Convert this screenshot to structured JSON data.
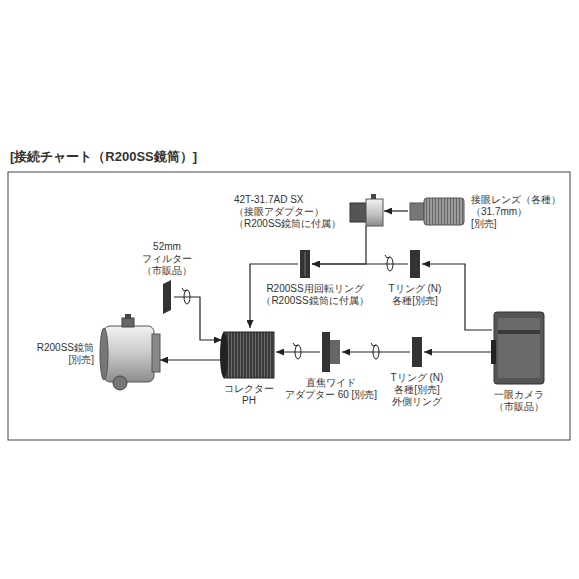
{
  "diagram": {
    "title": "[接続チャート（R200SS鏡筒）]",
    "nodes": [
      {
        "text": [
          "R200SS鏡筒 [別売]"
        ]
      },
      {
        "text": [
          "52mm フィルター （市販品）"
        ]
      },
      {
        "text": [
          "コレクター PH"
        ]
      },
      {
        "text": [
          "R200SS用回転リング （R200SS鏡筒に付属）"
        ]
      },
      {
        "text": [
          "42T-31.7AD SX （接眼アダプター） （R200SS鏡筒に付属）"
        ]
      },
      {
        "text": [
          "接眼レンズ（各種） （31.7mm） [別売]"
        ]
      },
      {
        "text": [
          "Tリング (N) 各種[別売]"
        ]
      },
      {
        "text": [
          "直焦ワイド アダプター 60 [別売]"
        ]
      },
      {
        "text": [
          "Tリング (N) 各種[別売] 外側リング"
        ]
      },
      {
        "text": [
          "一眼カメラ （市販品）"
        ]
      }
    ],
    "edges": [
      {
        "from": 2,
        "to": 0,
        "arrow": "to"
      },
      {
        "from": 1,
        "to": 2,
        "arrow": "to"
      },
      {
        "from": 3,
        "to": 2,
        "arrow": "to"
      },
      {
        "from": 7,
        "to": 2,
        "arrow": "to"
      },
      {
        "from": 4,
        "to": 3,
        "arrow": "to"
      },
      {
        "from": 6,
        "to": 3,
        "arrow": "to"
      },
      {
        "from": 5,
        "to": 4,
        "arrow": "to"
      },
      {
        "from": 9,
        "to": 6,
        "arrow": "to"
      },
      {
        "from": 9,
        "to": 8,
        "arrow": "to"
      },
      {
        "from": 8,
        "to": 7,
        "arrow": "to"
      }
    ]
  }
}
